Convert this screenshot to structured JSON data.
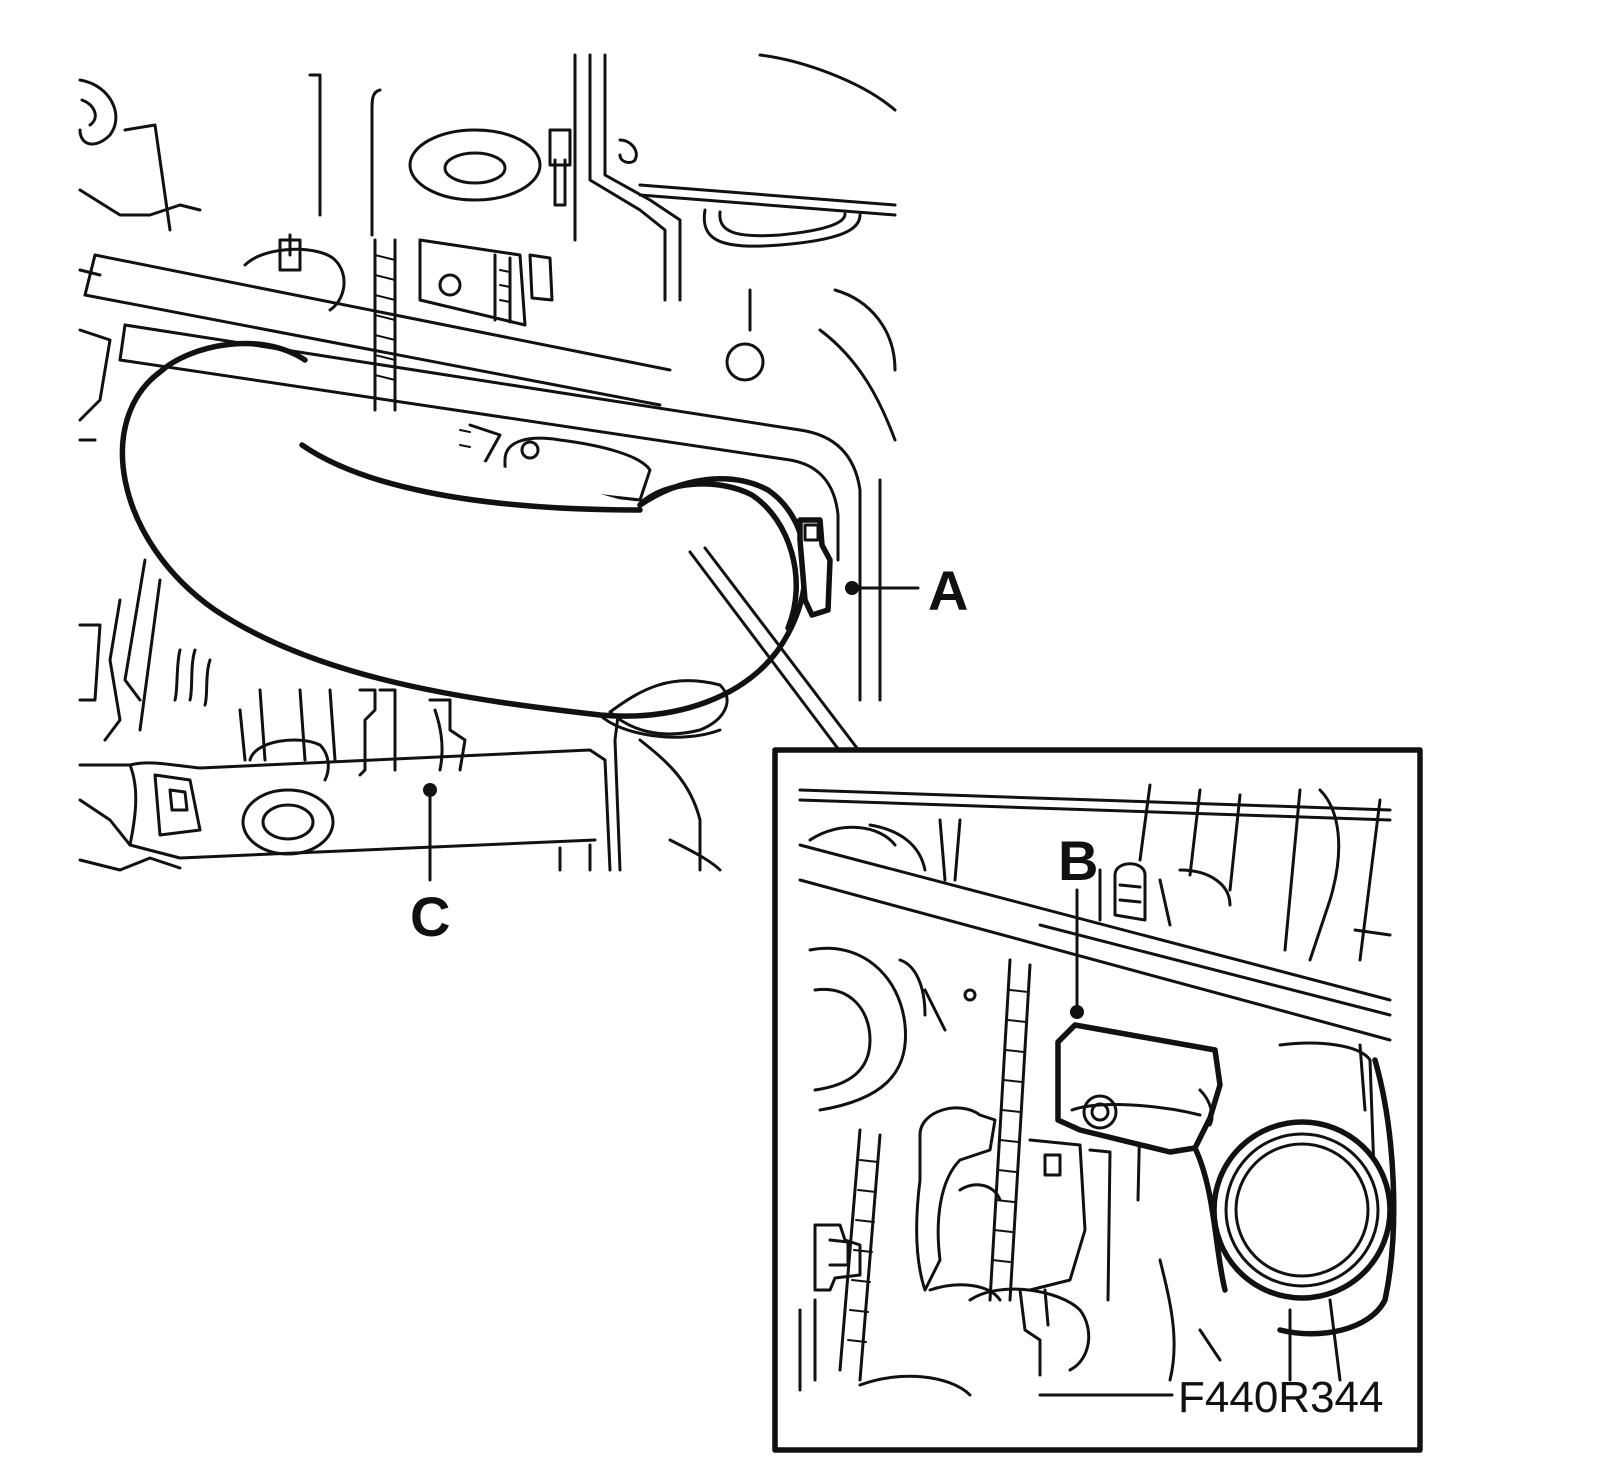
{
  "labels": {
    "a": "A",
    "b": "B",
    "c": "C"
  },
  "figure_code": "F440R344",
  "colors": {
    "line": "#111111",
    "background": "#ffffff"
  }
}
